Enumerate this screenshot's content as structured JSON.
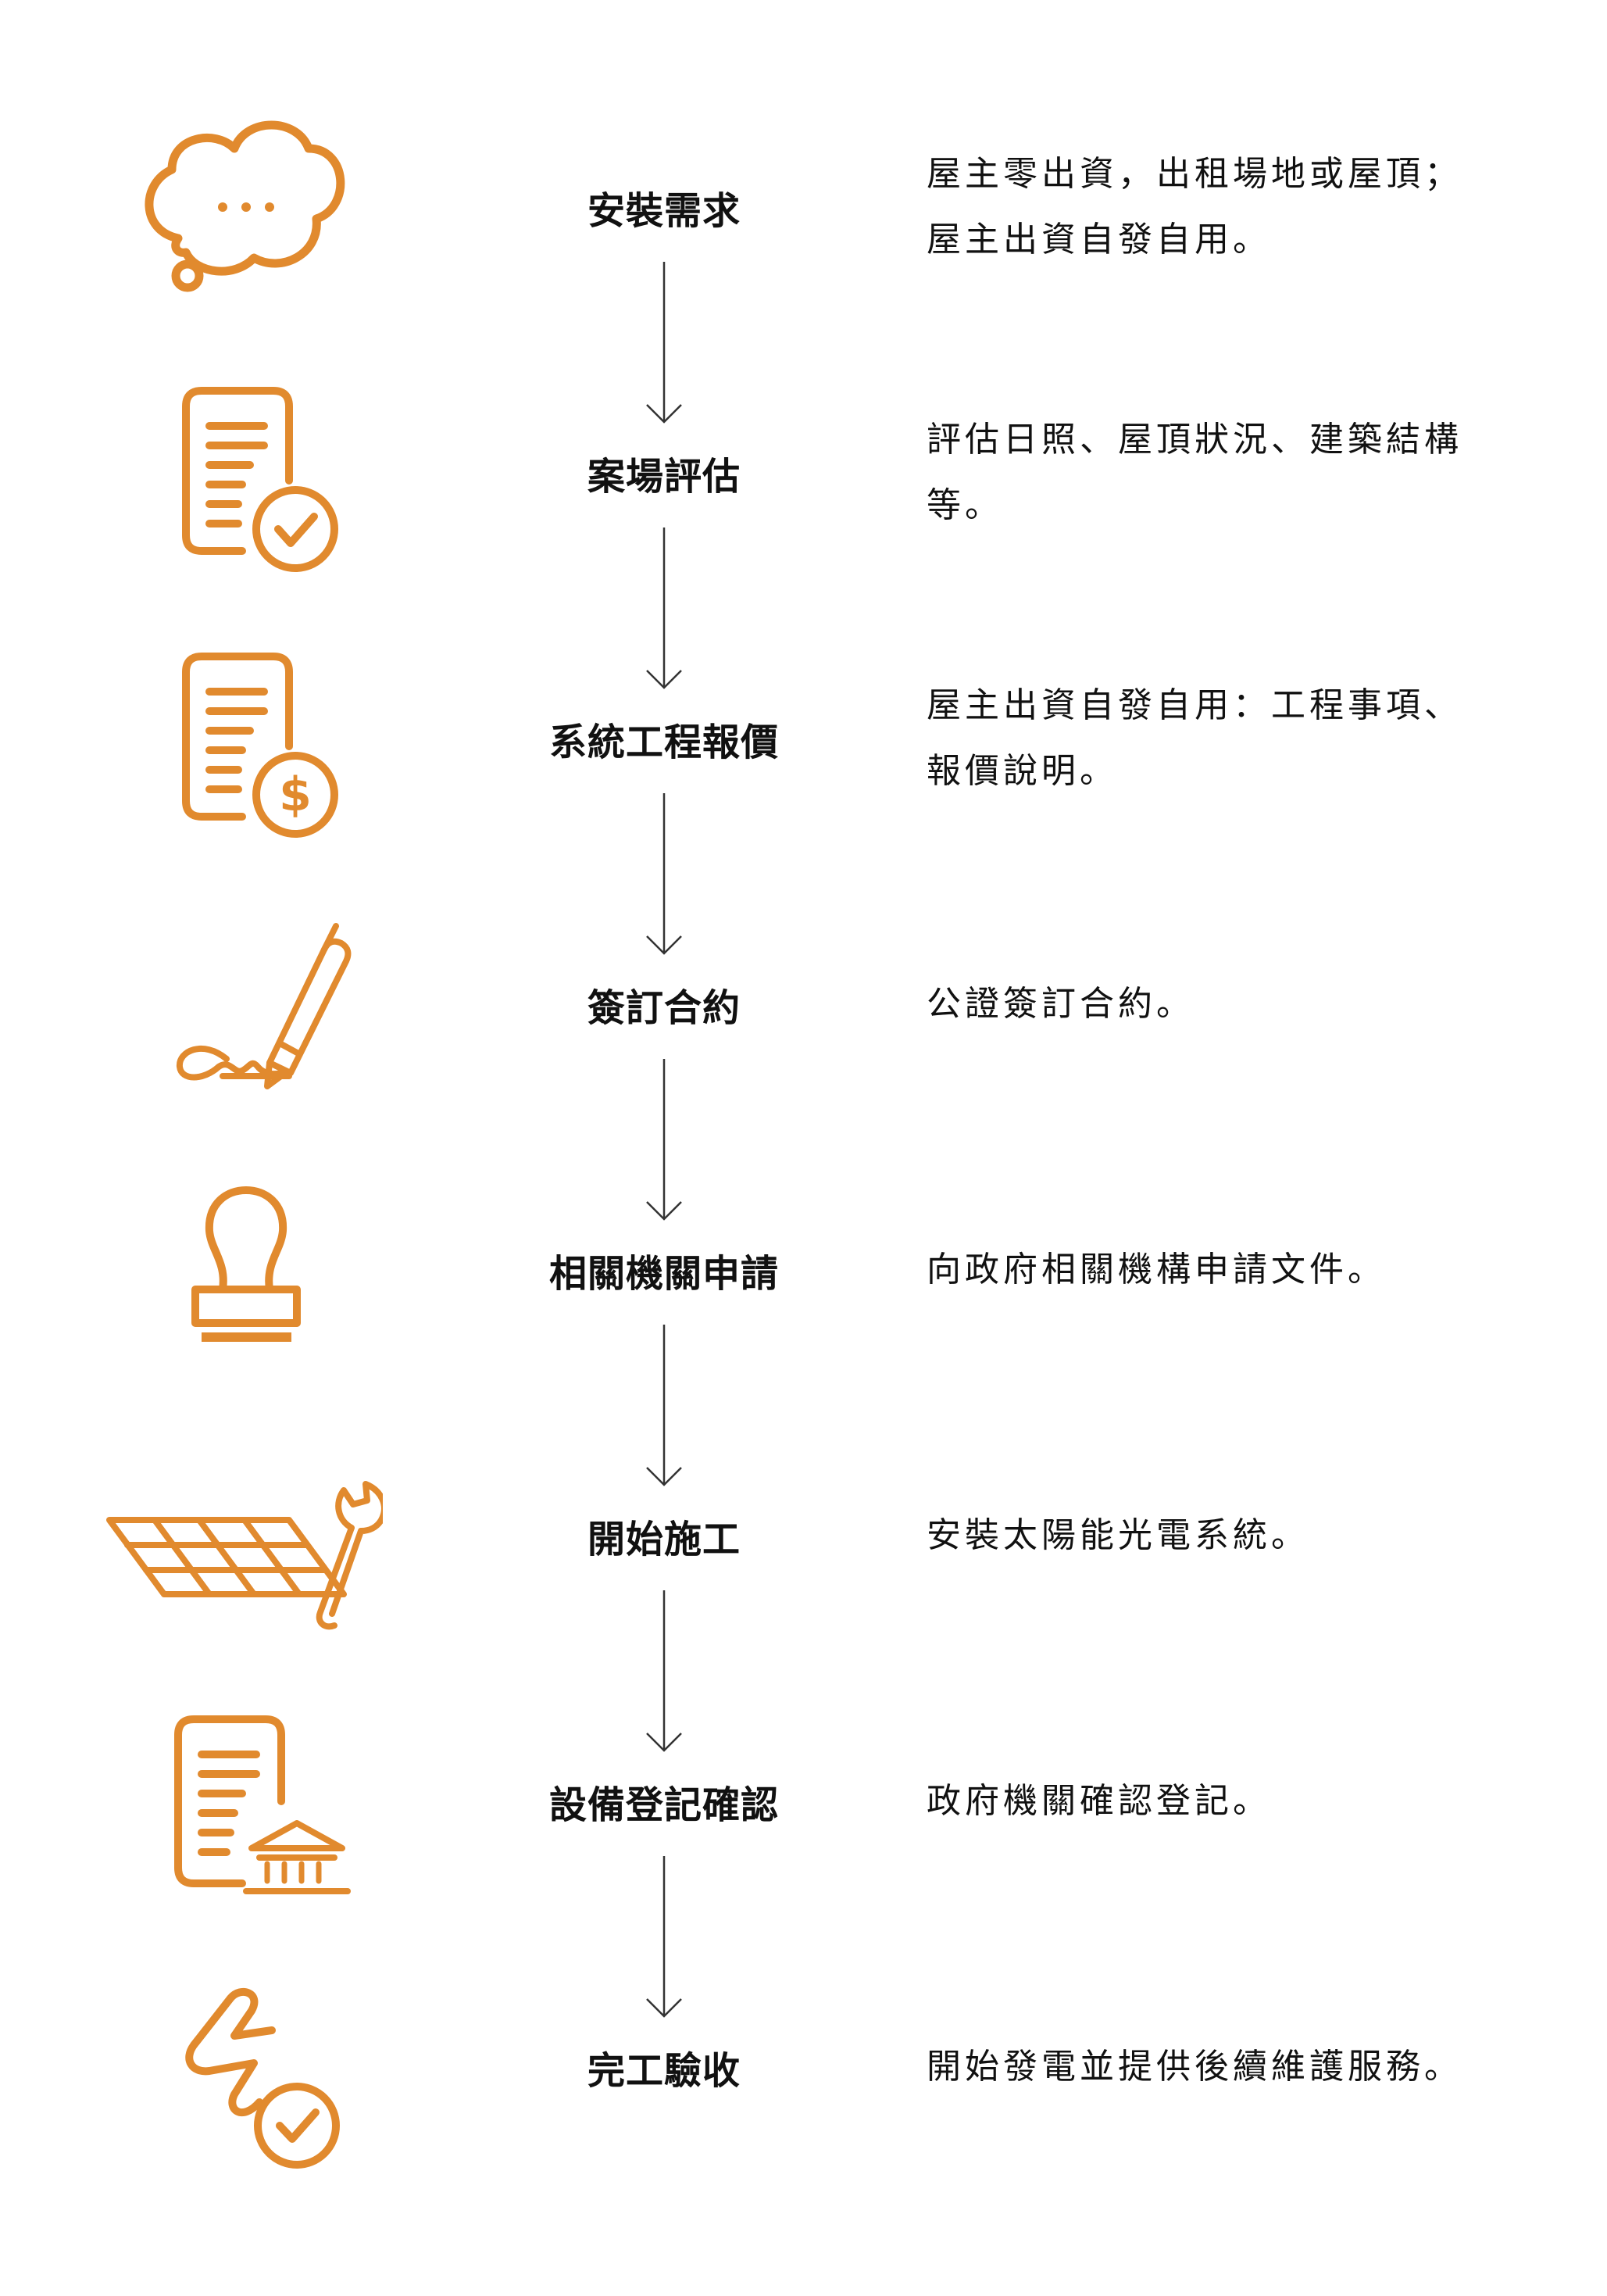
{
  "colors": {
    "accent": "#E18A2E",
    "text": "#111111",
    "arrow": "#333333"
  },
  "steps": [
    {
      "title": "安裝需求",
      "icon": "speech-bubble-icon",
      "desc": [
        "屋主零出資，出租場地或屋頂；",
        "屋主出資自發自用。"
      ]
    },
    {
      "title": "案場評估",
      "icon": "document-check-icon",
      "desc": [
        "評估日照、屋頂狀況、建築結構",
        "等。"
      ]
    },
    {
      "title": "系統工程報價",
      "icon": "document-dollar-icon",
      "desc": [
        "屋主出資自發自用：工程事項、",
        "報價說明。"
      ]
    },
    {
      "title": "簽訂合約",
      "icon": "signature-pen-icon",
      "desc": [
        "公證簽訂合約。"
      ]
    },
    {
      "title": "相關機關申請",
      "icon": "stamp-icon",
      "desc": [
        "向政府相關機構申請文件。"
      ]
    },
    {
      "title": "開始施工",
      "icon": "solar-panel-wrench-icon",
      "desc": [
        "安裝太陽能光電系統。"
      ]
    },
    {
      "title": "設備登記確認",
      "icon": "document-bank-icon",
      "desc": [
        "政府機關確認登記。"
      ]
    },
    {
      "title": "完工驗收",
      "icon": "lightning-check-icon",
      "desc": [
        "開始發電並提供後續維護服務。"
      ]
    }
  ]
}
